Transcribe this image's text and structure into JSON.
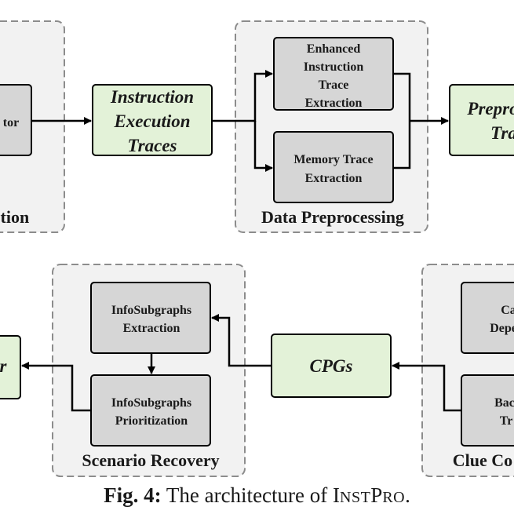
{
  "groups": {
    "top_left": "ction",
    "data_preprocessing": "Data Preprocessing",
    "scenario_recovery": "Scenario Recovery",
    "clue_right": "Clue Co"
  },
  "boxes": {
    "tor_fragment": "tor",
    "instruction_execution_traces": [
      "Instruction",
      "Execution",
      "Traces"
    ],
    "enhanced_instruction_trace_extraction": [
      "Enhanced",
      "Instruction",
      "Trace",
      "Extraction"
    ],
    "memory_trace_extraction": [
      "Memory Trace",
      "Extraction"
    ],
    "preprocessed_traces_fragment": [
      "Prepro",
      "Tra"
    ],
    "infosubgraphs_extraction": [
      "InfoSubgraphs",
      "Extraction"
    ],
    "infosubgraphs_prioritization": [
      "InfoSubgraphs",
      "Prioritization"
    ],
    "cpgs": "CPGs",
    "ca_depen_fragment": [
      "Ca",
      "Depen"
    ],
    "bac_tr_fragment": [
      "Bac",
      "Tr"
    ],
    "left_green_fragment": "r"
  },
  "caption": {
    "label": "Fig. 4:",
    "text": "The architecture of ",
    "inst_big": "I",
    "inst_small": "NST",
    "pro_big": "P",
    "pro_small": "RO",
    "period": "."
  },
  "colors": {
    "gray_box": "#d6d6d6",
    "green_box": "#e3f2d8",
    "group_bg": "#f2f2f2",
    "group_border": "#8c8c8c",
    "line": "#000000"
  }
}
